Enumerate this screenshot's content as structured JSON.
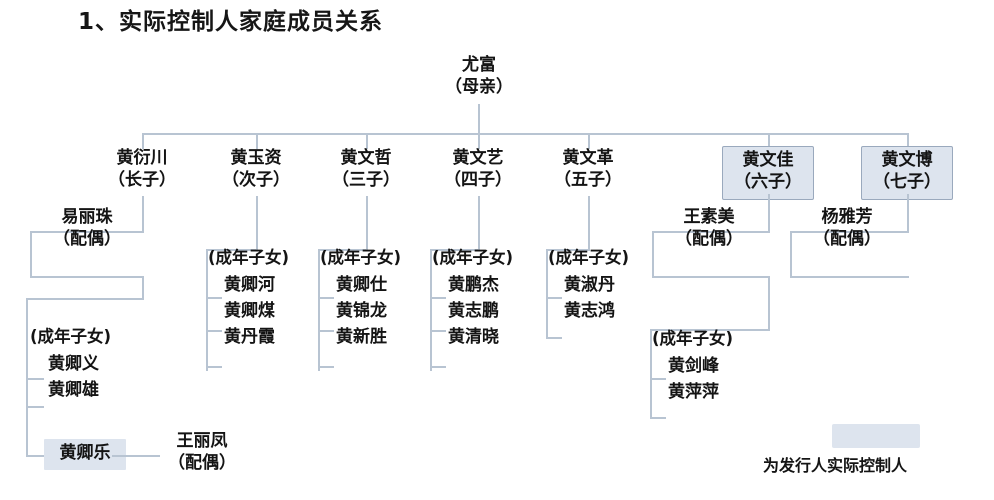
{
  "page": {
    "title": "1、实际控制人家庭成员关系"
  },
  "colors": {
    "highlight_fill": "#dde4ee",
    "highlight_border": "#9aa9bd",
    "connector": "#b8c4d2",
    "text": "#141414",
    "background": "#ffffff"
  },
  "root": {
    "name": "尤富",
    "relation": "（母亲）"
  },
  "children": [
    {
      "name": "黄衍川",
      "relation": "（长子）",
      "highlighted": false
    },
    {
      "name": "黄玉资",
      "relation": "（次子）",
      "highlighted": false
    },
    {
      "name": "黄文哲",
      "relation": "（三子）",
      "highlighted": false
    },
    {
      "name": "黄文艺",
      "relation": "（四子）",
      "highlighted": false
    },
    {
      "name": "黄文革",
      "relation": "（五子）",
      "highlighted": false
    },
    {
      "name": "黄文佳",
      "relation": "（六子）",
      "highlighted": true
    },
    {
      "name": "黄文博",
      "relation": "（七子）",
      "highlighted": true
    }
  ],
  "spouses": {
    "eldest_son": {
      "name": "易丽珠",
      "relation": "（配偶）"
    },
    "sixth_son": {
      "name": "王素美",
      "relation": "（配偶）"
    },
    "seventh_son": {
      "name": "杨雅芳",
      "relation": "（配偶）"
    },
    "grandson": {
      "name": "王丽凤",
      "relation": "（配偶）"
    }
  },
  "grandchildren": {
    "header": "(成年子女)",
    "eldest_son": {
      "items": [
        "黄卿义",
        "黄卿雄",
        "黄卿乐"
      ],
      "highlighted_item": "黄卿乐"
    },
    "second_son": {
      "items": [
        "黄卿河",
        "黄卿煤",
        "黄丹霞"
      ]
    },
    "third_son": {
      "items": [
        "黄卿仕",
        "黄锦龙",
        "黄新胜"
      ]
    },
    "fourth_son": {
      "items": [
        "黄鹏杰",
        "黄志鹏",
        "黄清晓"
      ]
    },
    "fifth_son": {
      "items": [
        "黄淑丹",
        "黄志鸿"
      ]
    },
    "sixth_son": {
      "items": [
        "黄剑峰",
        "黄萍萍"
      ]
    }
  },
  "legend": {
    "text": "为发行人实际控制人"
  }
}
